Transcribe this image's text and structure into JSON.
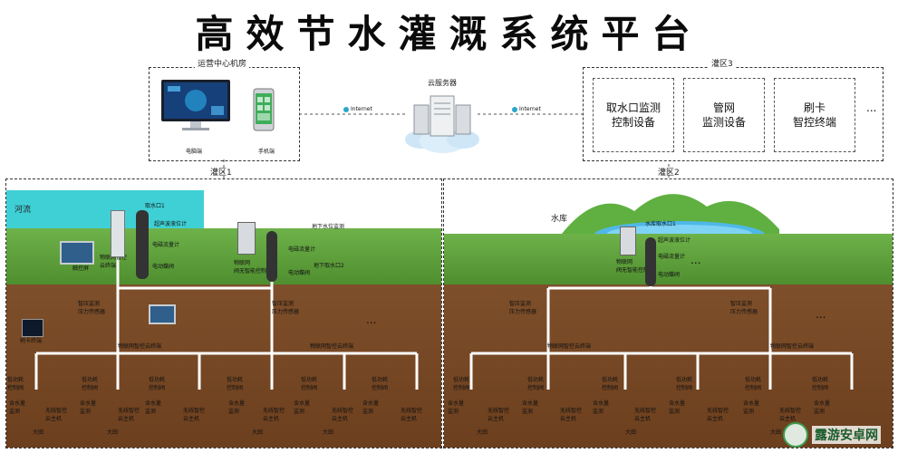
{
  "title": "高效节水灌溉系统平台",
  "ops_center": {
    "label": "运营中心机房",
    "computer_label": "电脑端",
    "phone_label": "手机端"
  },
  "cloud": {
    "label": "云服务器",
    "internet_left": "Internet",
    "internet_right": "Internet"
  },
  "zone3": {
    "label": "灌区3",
    "cards": [
      "取水口监测\n控制设备",
      "管网\n监测设备",
      "刷卡\n智控终端"
    ],
    "ellipsis": "..."
  },
  "zone1": {
    "label": "灌区1",
    "river_label": "河流",
    "intake_label": "取水口1",
    "ultrasonic_label": "超声波液位计",
    "iot_control_label": "物联网智控\n云终端",
    "flowmeter_label": "电磁流量计",
    "valve_label": "电动蝶阀",
    "touch_label": "触控屏",
    "pressure_label": "智压监测\n压力传感器",
    "smart_label": "物联网智控云终端",
    "card_label": "刷卡终端",
    "well_label": "地下水位监测",
    "well2_label": "地下取水口2",
    "solar_label": "物联网\n阀无智能控制柜",
    "elec_label": "电磁流量计",
    "valve2_label": "电动蝶阀",
    "ellipsis": "...",
    "bottom": {
      "low_power": "低功耗\n控制阀",
      "soil": "含水量\n监测",
      "wireless": "无线智控\n云主机",
      "field": "大田"
    }
  },
  "zone2": {
    "label": "灌区2",
    "reservoir_label": "水库",
    "intake_label": "水库取水口1",
    "ultrasonic_label": "超声波液位计",
    "iot_label": "物联网\n阀无智能控制柜",
    "flowmeter_label": "电磁流量计",
    "valve_label": "电动蝶阀",
    "pressure_label": "智压监测\n压力传感器",
    "smart_label": "物联网智控云终端",
    "ellipsis": "...",
    "bottom": {
      "low_power": "低功耗\n控制阀",
      "soil": "含水量\n监测",
      "wireless": "无线智控\n云主机",
      "field": "大田"
    }
  },
  "watermark": "露游安卓网",
  "colors": {
    "sky": "#e8f4fa",
    "grass": "#5fa53b",
    "soil": "#7a4a26",
    "river": "#3fd0d6",
    "pipe": "#ffffff",
    "accent": "#1a73b8"
  }
}
